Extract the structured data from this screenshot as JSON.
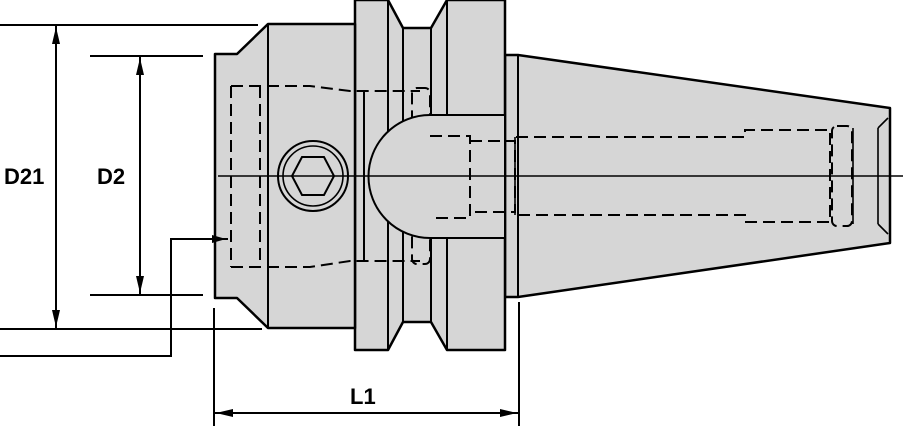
{
  "drawing": {
    "title": "Tool holder side view",
    "colors": {
      "body_fill": "#d6d6d6",
      "line": "#000000",
      "background": "#ffffff"
    },
    "dimensions": {
      "d21": {
        "label": "D21"
      },
      "d2": {
        "label": "D2"
      },
      "l1": {
        "label": "L1"
      }
    },
    "features": [
      "hex-socket-screw",
      "taper-shank",
      "flange-v-groove",
      "center-line"
    ]
  }
}
